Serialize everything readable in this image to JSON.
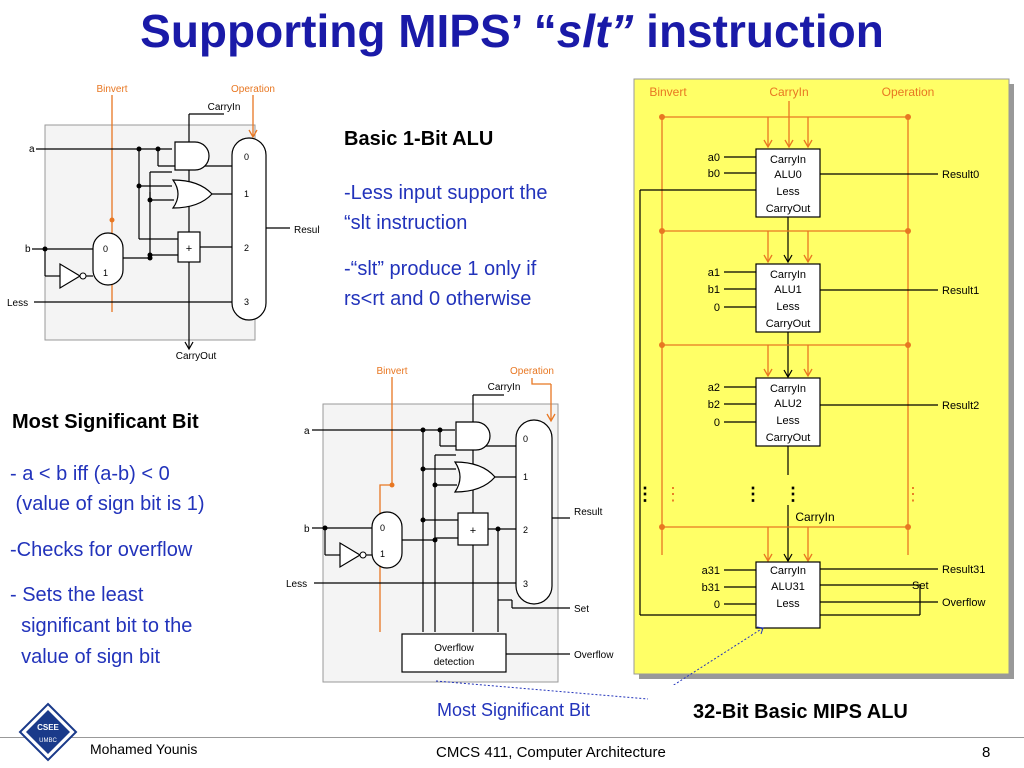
{
  "title": {
    "part1": "Supporting MIPS’ “",
    "italic": "slt”",
    "part2": " instruction"
  },
  "alu1bit": {
    "binvert": "Binvert",
    "operation": "Operation",
    "carryin": "CarryIn",
    "a": "a",
    "b": "b",
    "less": "Less",
    "result": "Result",
    "carryout": "CarryOut",
    "mux_inputs": [
      "0",
      "1",
      "2",
      "3"
    ],
    "bmux_inputs": [
      "0",
      "1"
    ],
    "adder": "+"
  },
  "alumsb": {
    "binvert": "Binvert",
    "operation": "Operation",
    "carryin": "CarryIn",
    "a": "a",
    "b": "b",
    "less": "Less",
    "result": "Result",
    "set": "Set",
    "overflow": "Overflow",
    "ovf_box": [
      "Overflow",
      "detection"
    ],
    "mux_inputs": [
      "0",
      "1",
      "2",
      "3"
    ],
    "bmux_inputs": [
      "0",
      "1"
    ],
    "adder": "+"
  },
  "basic": {
    "heading": "Basic 1-Bit ALU",
    "bullets": [
      [
        "-Less input support the",
        "“slt instruction"
      ],
      [
        "-“slt” produce 1 only if",
        "rs<rt and 0 otherwise"
      ]
    ]
  },
  "msb": {
    "heading": "Most Significant Bit",
    "bullets": [
      [
        "- a < b iff (a-b) < 0",
        " (value of sign bit is 1)"
      ],
      [
        "-Checks for overflow"
      ],
      [
        "- Sets the least",
        "  significant bit to the",
        "  value of sign bit"
      ]
    ]
  },
  "alu32": {
    "top_labels": [
      "Binvert",
      "CarryIn",
      "Operation"
    ],
    "units": [
      {
        "in": [
          "a0",
          "b0"
        ],
        "box": [
          "CarryIn",
          "ALU0",
          "Less",
          "CarryOut"
        ],
        "out": "Result0"
      },
      {
        "in": [
          "a1",
          "b1",
          "0"
        ],
        "box": [
          "CarryIn",
          "ALU1",
          "Less",
          "CarryOut"
        ],
        "out": "Result1"
      },
      {
        "in": [
          "a2",
          "b2",
          "0"
        ],
        "box": [
          "CarryIn",
          "ALU2",
          "Less",
          "CarryOut"
        ],
        "out": "Result2"
      },
      {
        "in": [
          "a31",
          "b31",
          "0"
        ],
        "box": [
          "CarryIn",
          "ALU31",
          "Less"
        ],
        "out": "Result31",
        "set": "Set",
        "overflow": "Overflow"
      }
    ],
    "carryin_mid": "CarryIn",
    "caption": "32-Bit Basic MIPS ALU",
    "msb_label": "Most Significant Bit"
  },
  "logo": {
    "text1": "CSEE",
    "text2": "UMBC"
  },
  "footer": {
    "author": "Mohamed Younis",
    "course": "CMCS 411, Computer Architecture",
    "page": "8"
  },
  "colors": {
    "title": "#1a1aa8",
    "blue_text": "#2233bb",
    "orange": "#e87722",
    "panel": "#ffff66"
  }
}
